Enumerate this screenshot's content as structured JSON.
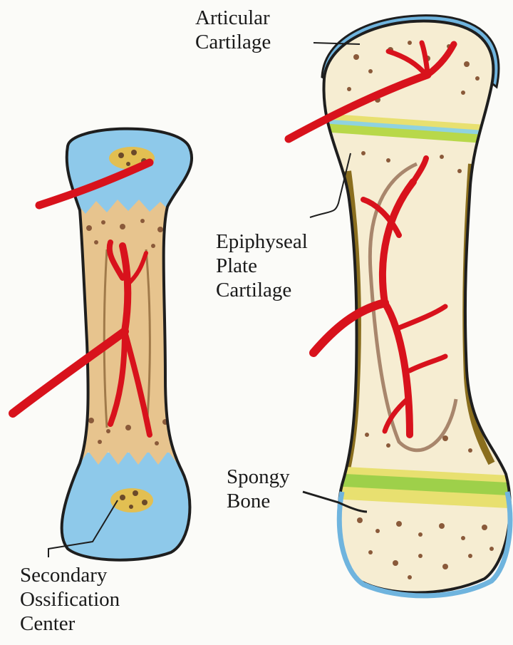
{
  "labels": {
    "articular_cartilage": [
      "Articular",
      "Cartilage"
    ],
    "epiphyseal_plate_cartilage": [
      "Epiphyseal",
      "Plate",
      "Cartilage"
    ],
    "spongy_bone": [
      "Spongy",
      "Bone"
    ],
    "secondary_ossification_center": [
      "Secondary",
      "Ossification",
      "Center"
    ]
  },
  "colors": {
    "cartilage_blue": "#8ec9ea",
    "bone_tan": "#e7c48e",
    "bone_cream": "#f6edd2",
    "epiphyseal_plate_green": "#b8d84a",
    "epiphyseal_plate_yellow": "#e8e070",
    "blood_vessel_red": "#d8121c",
    "marrow_brown": "#8a5a3a",
    "outline": "#1e1e1e"
  }
}
